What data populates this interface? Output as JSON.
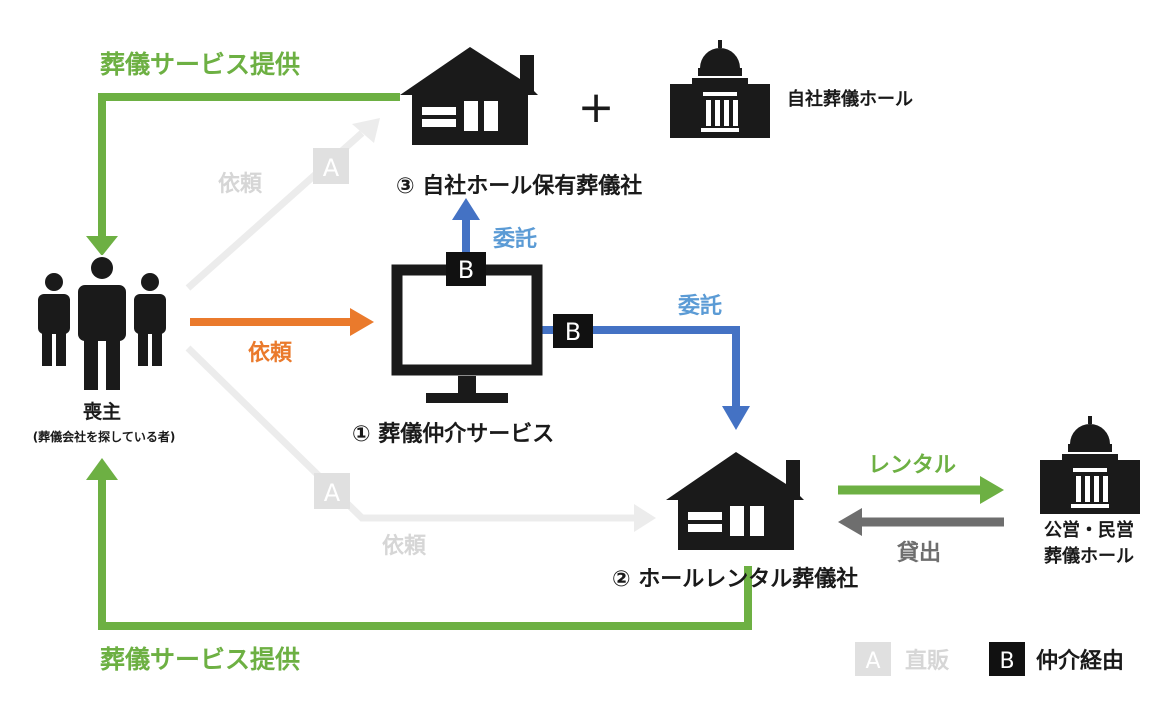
{
  "labels": {
    "funeral_service_top": "葬儀サービス提供",
    "funeral_service_bottom": "葬儀サービス提供",
    "request_a_top": "依頼",
    "request_main": "依頼",
    "request_a_bottom": "依頼",
    "entrust_vertical": "委託",
    "entrust_horizontal": "委託",
    "rental": "レンタル",
    "lending": "貸出",
    "plus": "+"
  },
  "nodes": {
    "chief_mourner": "喪主",
    "chief_mourner_note": "(葬儀会社を探している者)",
    "company_with_hall": "③ 自社ホール保有葬儀社",
    "own_hall": "自社葬儀ホール",
    "intermediary": "① 葬儀仲介サービス",
    "rental_company": "② ホールレンタル葬儀社",
    "public_hall_line1": "公営・民営",
    "public_hall_line2": "葬儀ホール"
  },
  "badges": {
    "a_top": "A",
    "a_bottom": "A",
    "b_top": "B",
    "b_right": "B"
  },
  "legend": {
    "a_key": "A",
    "a_label": "直販",
    "b_key": "B",
    "b_label": "仲介経由"
  },
  "colors": {
    "green": "#6db043",
    "orange": "#ea7a2c",
    "blue": "#4472c4",
    "blue_text": "#5b9bd5",
    "light_gray": "#e4e4e4",
    "gray_text": "#d6d6d6",
    "dark_gray": "#6e6e6e",
    "black": "#1a1a1a"
  },
  "icons": {
    "people": "people-group-icon",
    "house": "house-icon",
    "hall": "funeral-hall-icon",
    "monitor": "computer-monitor-icon"
  }
}
